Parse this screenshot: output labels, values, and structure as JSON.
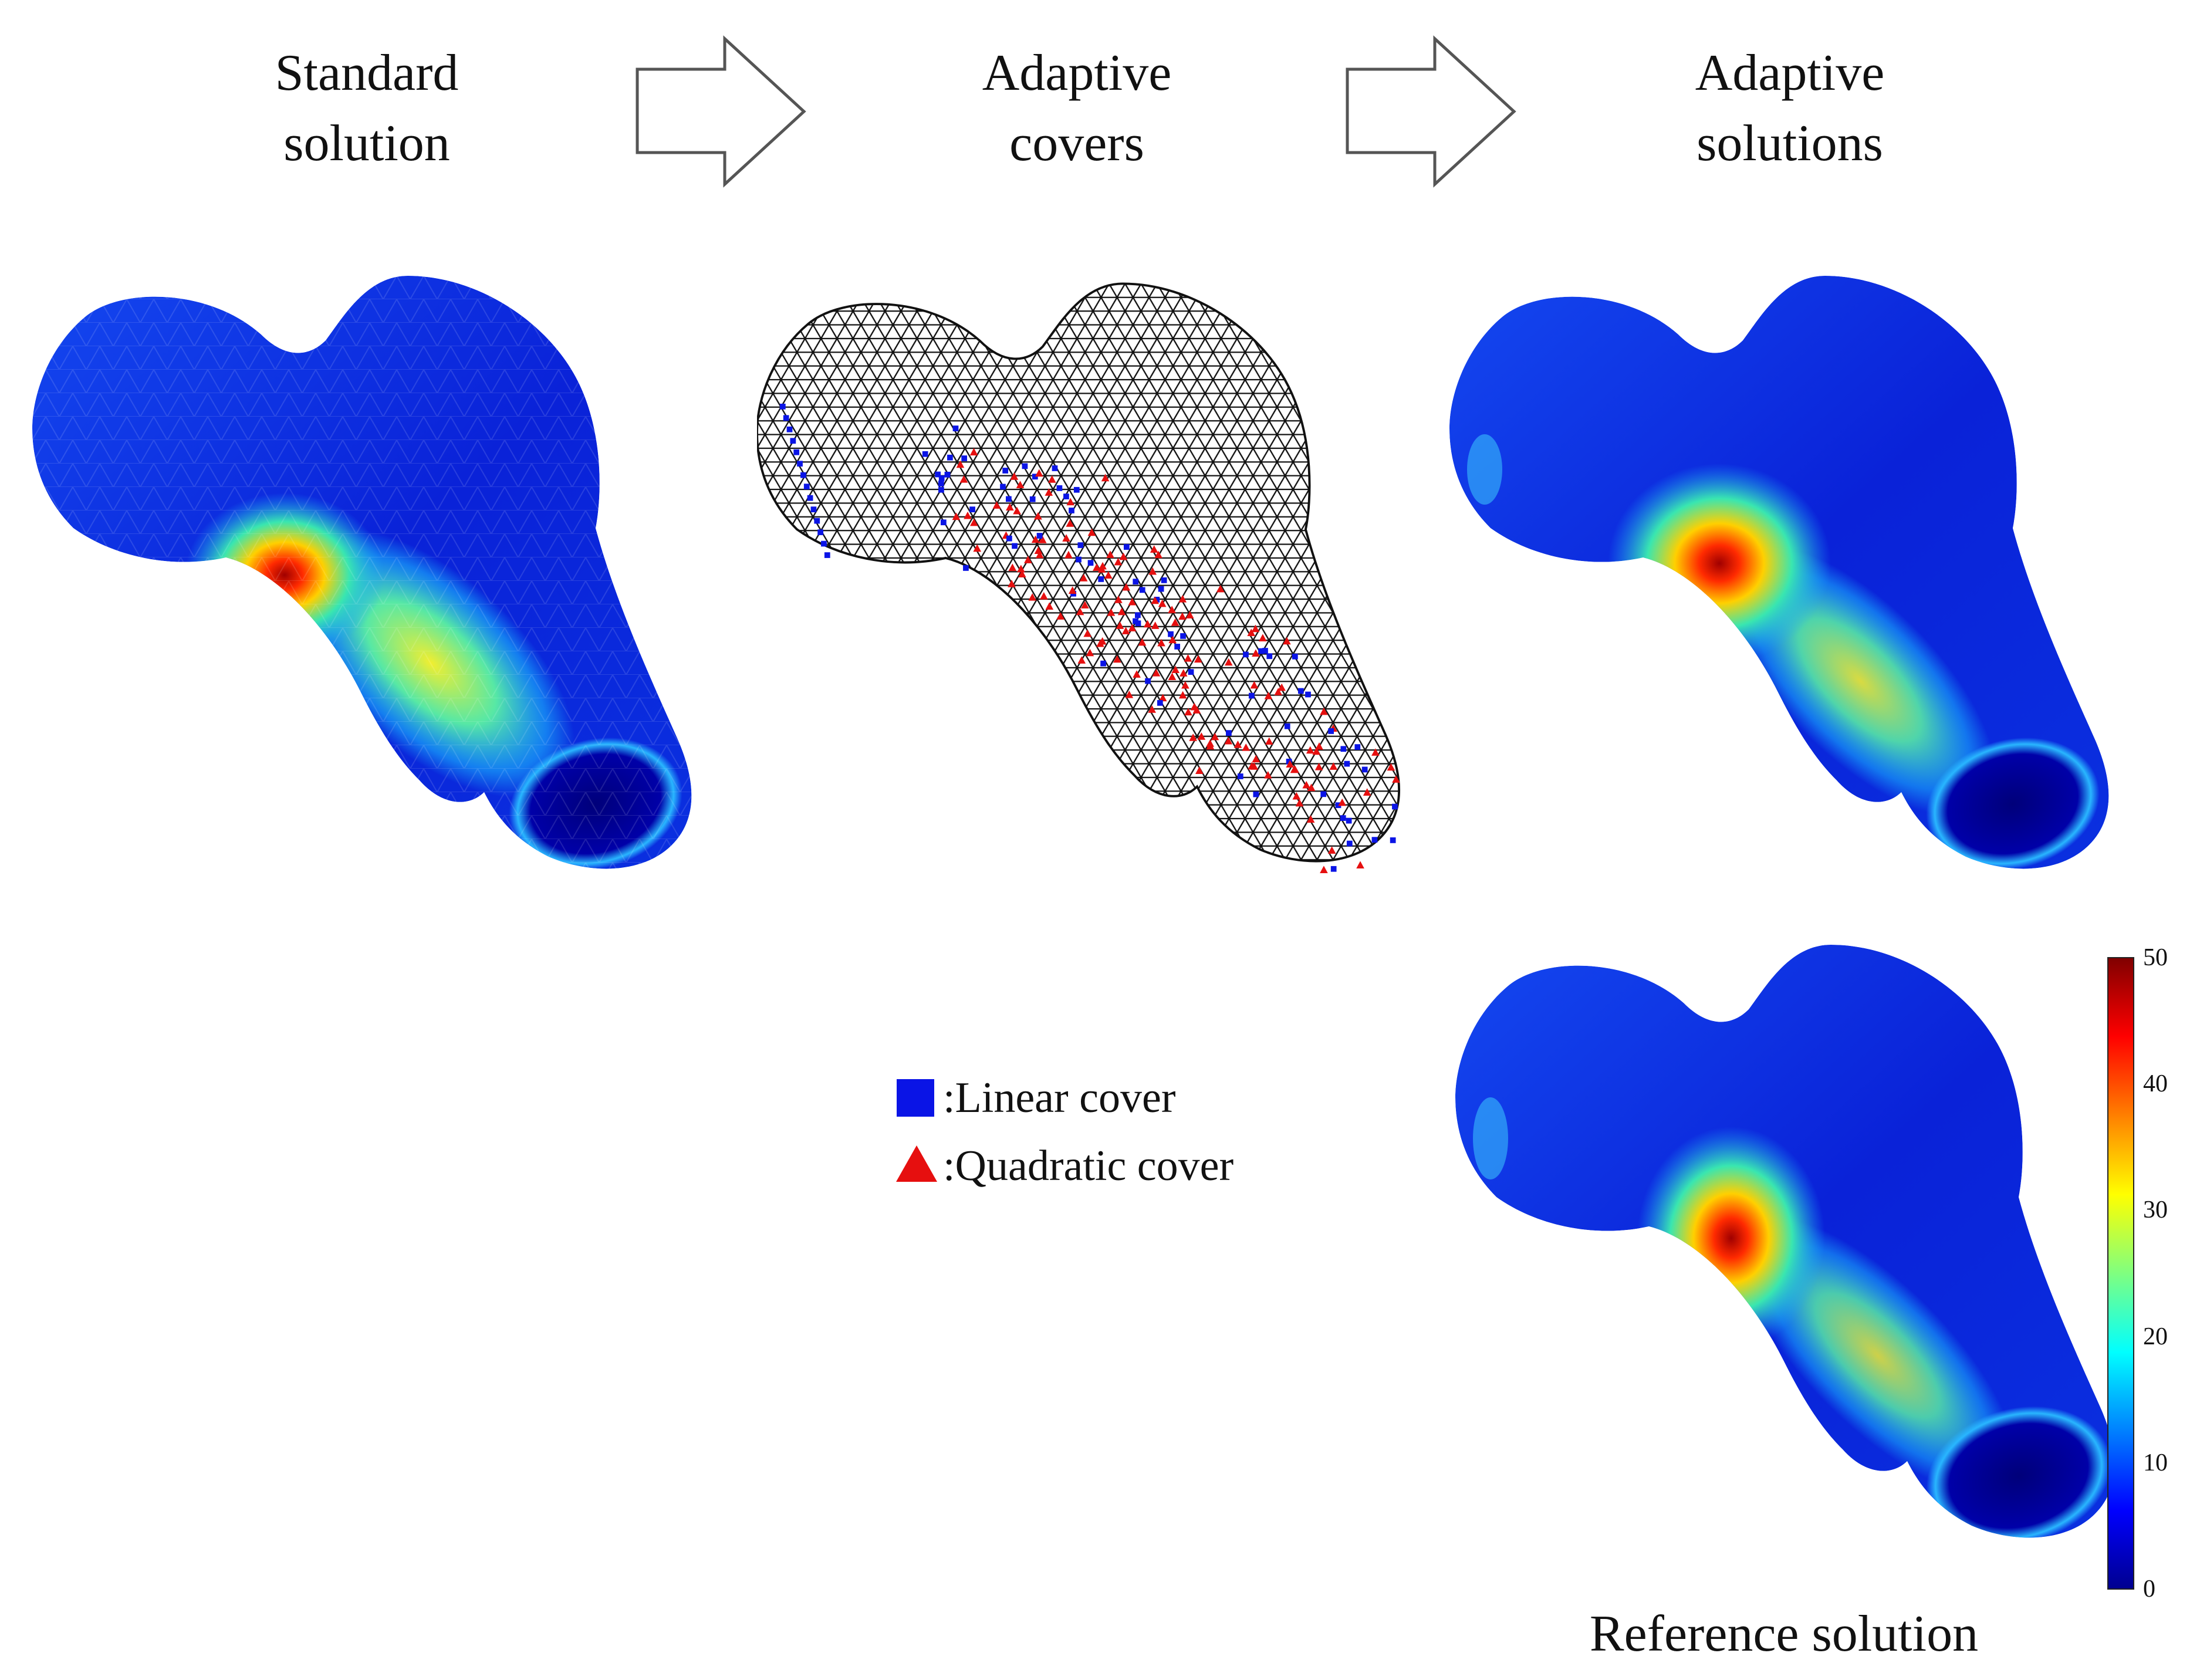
{
  "steps": [
    {
      "line1": "Standard",
      "line2": "solution"
    },
    {
      "line1": "Adaptive",
      "line2": "covers"
    },
    {
      "line1": "Adaptive",
      "line2": "solutions"
    }
  ],
  "reference_title": "Reference solution",
  "legend": {
    "linear": {
      "label": ":Linear cover",
      "color": "#0a14e6",
      "marker": "square"
    },
    "quadratic": {
      "label": ":Quadratic cover",
      "color": "#e60f0f",
      "marker": "triangle"
    }
  },
  "colorbar": {
    "ticks": [
      "0",
      "10",
      "20",
      "30",
      "40",
      "50"
    ],
    "colormap": "jet"
  }
}
